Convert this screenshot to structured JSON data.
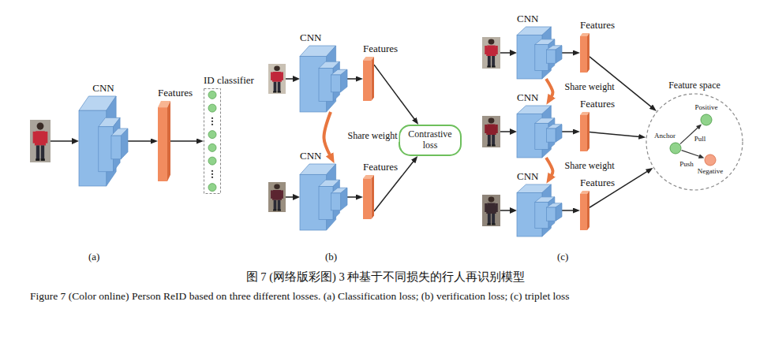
{
  "diagram": {
    "title": "图 7 (网络版彩图) 3 种基于不同损失的行人再识别模型",
    "caption": "Figure 7 (Color online) Person ReID based on three different losses. (a) Classification loss; (b) verification loss; (c) triplet loss",
    "nodes": [
      {
        "text": [
          "CNN"
        ]
      },
      {
        "text": [
          "Features"
        ]
      },
      {
        "text": [
          "ID classifier"
        ]
      },
      {
        "text": [
          "CNN"
        ]
      },
      {
        "text": [
          "Features"
        ]
      },
      {
        "text": [
          "Contrastive loss"
        ]
      },
      {
        "text": [
          "CNN"
        ]
      },
      {
        "text": [
          "Features"
        ]
      },
      {
        "text": [
          "CNN"
        ]
      },
      {
        "text": [
          "Features"
        ]
      },
      {
        "text": [
          "CNN"
        ]
      },
      {
        "text": [
          "Features"
        ]
      },
      {
        "text": [
          "CNN"
        ]
      },
      {
        "text": [
          "Features"
        ]
      },
      {
        "text": [
          "Feature space"
        ]
      },
      {
        "text": [
          "Positive"
        ],
        "in": 14
      },
      {
        "text": [
          "Anchor"
        ],
        "in": 14
      },
      {
        "text": [
          "Negative"
        ],
        "in": 14
      }
    ],
    "edges": [
      {
        "from": 0,
        "to": 1,
        "arrow": "to"
      },
      {
        "from": 1,
        "to": 2,
        "arrow": "to"
      },
      {
        "from": 3,
        "to": 4,
        "arrow": "to"
      },
      {
        "from": 6,
        "to": 7,
        "arrow": "to"
      },
      {
        "from": 4,
        "to": 5,
        "arrow": "to"
      },
      {
        "from": 7,
        "to": 5,
        "arrow": "to"
      },
      {
        "from": 3,
        "to": 6,
        "label": "Share weight",
        "arrow": "to"
      },
      {
        "from": 8,
        "to": 9,
        "arrow": "to"
      },
      {
        "from": 10,
        "to": 11,
        "arrow": "to"
      },
      {
        "from": 12,
        "to": 13,
        "arrow": "to"
      },
      {
        "from": 8,
        "to": 10,
        "label": "Share weight",
        "arrow": "to"
      },
      {
        "from": 10,
        "to": 12,
        "label": "Share weight",
        "arrow": "to"
      },
      {
        "from": 9,
        "to": 14,
        "arrow": "to"
      },
      {
        "from": 11,
        "to": 14,
        "arrow": "to"
      },
      {
        "from": 13,
        "to": 14,
        "arrow": "to"
      },
      {
        "from": 16,
        "to": 15,
        "label": "Pull",
        "arrow": "to"
      },
      {
        "from": 16,
        "to": 17,
        "label": "Push",
        "arrow": "to"
      }
    ],
    "labels": [
      "(a)",
      "(b)",
      "(c)"
    ]
  }
}
